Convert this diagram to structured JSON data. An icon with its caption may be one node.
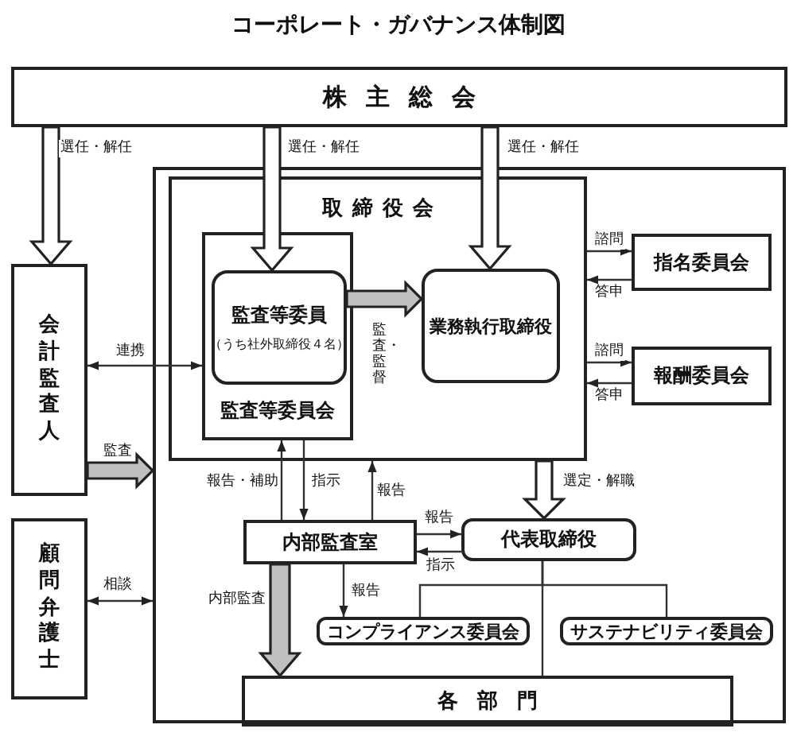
{
  "diagram": {
    "title": "コーポレート・ガバナンス体制図",
    "nodes": [
      {
        "text": [
          "株主総会"
        ]
      },
      {
        "text": [],
        "shape": "box"
      },
      {
        "text": [
          "取締役会"
        ],
        "in": 1
      },
      {
        "text": [
          "監査等委員会"
        ],
        "in": 2
      },
      {
        "text": [
          "監査等委員",
          "（うち社外取締役４名）"
        ],
        "in": 3
      },
      {
        "text": [
          "業務執行取締役"
        ],
        "in": 2
      },
      {
        "text": [
          "指名委員会"
        ],
        "in": 1
      },
      {
        "text": [
          "報酬委員会"
        ],
        "in": 1
      },
      {
        "text": [
          "会計監査人"
        ]
      },
      {
        "text": [
          "顧問弁護士"
        ]
      },
      {
        "text": [
          "内部監査室"
        ],
        "in": 1
      },
      {
        "text": [
          "代表取締役"
        ],
        "in": 1
      },
      {
        "text": [
          "コンプライアンス委員会"
        ],
        "in": 1
      },
      {
        "text": [
          "サステナビリティ委員会"
        ],
        "in": 1
      },
      {
        "text": [
          "各部門"
        ],
        "in": 1
      }
    ],
    "edges": [
      {
        "from": 0,
        "to": 8,
        "arrow": "to",
        "style": "thick",
        "label": "選任・解任"
      },
      {
        "from": 0,
        "to": 4,
        "arrow": "to",
        "style": "thick",
        "label": "選任・解任"
      },
      {
        "from": 0,
        "to": 5,
        "arrow": "to",
        "style": "thick",
        "label": "選任・解任"
      },
      {
        "from": 4,
        "to": 5,
        "arrow": "to",
        "style": "thick",
        "color": "#c0c0c0",
        "label": "監査・監督"
      },
      {
        "from": 2,
        "to": 6,
        "arrow": "to",
        "label": "諮問"
      },
      {
        "from": 6,
        "to": 2,
        "arrow": "to",
        "label": "答申"
      },
      {
        "from": 2,
        "to": 7,
        "arrow": "to",
        "label": "諮問"
      },
      {
        "from": 7,
        "to": 2,
        "arrow": "to",
        "label": "答申"
      },
      {
        "from": 8,
        "to": 3,
        "arrow": "both",
        "label": "連携"
      },
      {
        "from": 8,
        "to": 1,
        "arrow": "to",
        "style": "thick",
        "color": "#c0c0c0",
        "label": "監査"
      },
      {
        "from": 9,
        "to": 1,
        "arrow": "both",
        "label": "相談"
      },
      {
        "from": 10,
        "to": 3,
        "arrow": "to",
        "label": "報告・補助"
      },
      {
        "from": 3,
        "to": 10,
        "arrow": "to",
        "label": "指示"
      },
      {
        "from": 10,
        "to": 2,
        "arrow": "to",
        "label": "報告"
      },
      {
        "from": 2,
        "to": 11,
        "arrow": "to",
        "style": "thick",
        "label": "選定・解職"
      },
      {
        "from": 10,
        "to": 11,
        "arrow": "to",
        "label": "報告"
      },
      {
        "from": 11,
        "to": 10,
        "arrow": "to",
        "label": "指示"
      },
      {
        "from": 10,
        "to": 12,
        "arrow": "to",
        "label": "報告"
      },
      {
        "from": 10,
        "to": 14,
        "arrow": "to",
        "style": "thick",
        "color": "#c0c0c0",
        "label": "内部監査"
      },
      {
        "from": 11,
        "to": 12,
        "arrow": "none"
      },
      {
        "from": 11,
        "to": 13,
        "arrow": "none"
      },
      {
        "from": 11,
        "to": 14,
        "arrow": "none"
      }
    ]
  }
}
